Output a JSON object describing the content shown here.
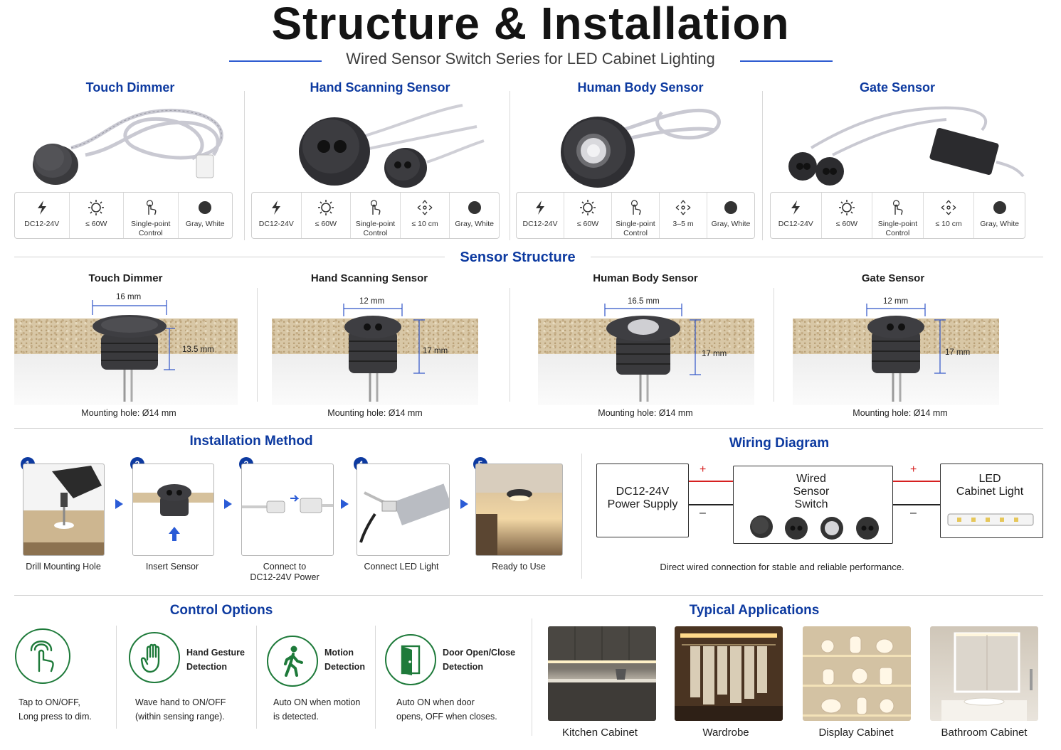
{
  "header": {
    "title": "Structure & Installation",
    "subtitle": "Wired Sensor Switch Series for LED Cabinet Lighting"
  },
  "products": [
    {
      "name": "Touch Dimmer",
      "specs": [
        "DC12-24V",
        "≤ 60W",
        "Single-point\nControl",
        "Gray, White"
      ]
    },
    {
      "name": "Hand Scanning Sensor",
      "specs": [
        "DC12-24V",
        "≤ 60W",
        "Single-point\nControl",
        "≤ 10 cm",
        "Gray, White"
      ]
    },
    {
      "name": "Human Body Sensor",
      "specs": [
        "DC12-24V",
        "≤ 60W",
        "Single-point\nControl",
        "3–5 m",
        "Gray, White"
      ]
    },
    {
      "name": "Gate Sensor",
      "specs": [
        "DC12-24V",
        "≤ 60W",
        "Single-point\nControl",
        "≤ 10 cm",
        "Gray, White"
      ]
    }
  ],
  "structure": {
    "title": "Sensor Structure",
    "items": [
      {
        "name": "Touch Dimmer",
        "width": "16 mm",
        "height": "13.5 mm",
        "mount": "Mounting hole:  Ø14 mm"
      },
      {
        "name": "Hand Scanning Sensor",
        "width": "12 mm",
        "height": "17 mm",
        "mount": "Mounting hole:  Ø14 mm"
      },
      {
        "name": "Human Body Sensor",
        "width": "16.5 mm",
        "height": "17 mm",
        "mount": "Mounting hole:  Ø14 mm"
      },
      {
        "name": "Gate Sensor",
        "width": "12 mm",
        "height": "17 mm",
        "mount": "Mounting hole:  Ø14 mm"
      }
    ]
  },
  "installation": {
    "title": "Installation Method",
    "steps": [
      {
        "num": "1",
        "label": "Drill Mounting Hole"
      },
      {
        "num": "2",
        "label": "Insert Sensor"
      },
      {
        "num": "3",
        "label": "Connect to\nDC12-24V Power"
      },
      {
        "num": "4",
        "label": "Connect LED Light"
      },
      {
        "num": "5",
        "label": "Ready to Use"
      }
    ]
  },
  "wiring": {
    "title": "Wiring Diagram",
    "power": "DC12-24V\nPower Supply",
    "switch": "Wired\nSensor\nSwitch",
    "light": "LED\nCabinet Light",
    "plus": "+",
    "minus": "–",
    "caption": "Direct wired connection for stable and reliable performance."
  },
  "control": {
    "title": "Control Options",
    "options": [
      {
        "icon": "touch-icon",
        "label": "",
        "desc": "Tap to ON/OFF,\nLong press to dim."
      },
      {
        "icon": "hand-icon",
        "label": "Hand Gesture\nDetection",
        "desc": "Wave hand to ON/OFF\n(within sensing range)."
      },
      {
        "icon": "walking-person-icon",
        "label": "Motion\nDetection",
        "desc": "Auto ON when motion\nis detected."
      },
      {
        "icon": "door-icon",
        "label": "Door Open/Close\nDetection",
        "desc": "Auto ON when door\nopens, OFF when closes."
      }
    ]
  },
  "applications": {
    "title": "Typical Applications",
    "items": [
      "Kitchen Cabinet",
      "Wardrobe",
      "Display Cabinet",
      "Bathroom Cabinet"
    ]
  },
  "colors": {
    "accent": "#0d3aa0",
    "icon_green": "#1e7a3a",
    "line_blue": "#2e5bd1",
    "wire_red": "#d62020"
  }
}
